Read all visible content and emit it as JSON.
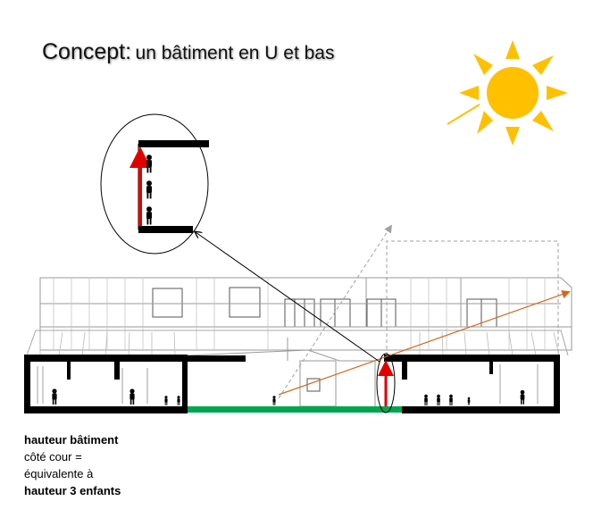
{
  "title": {
    "main": "Concept:",
    "sub": "un bâtiment en U et bas"
  },
  "caption": {
    "line1": "hauteur bâtiment",
    "line2": "côté cour =",
    "line3": "équivalente à",
    "line4": "hauteur 3 enfants"
  },
  "colors": {
    "sun": "#ffc000",
    "height_arrow": "#e00000",
    "sight_arrow": "#d06a1a",
    "sun_ray_dashed": "#a0a0a0",
    "courtyard_ground": "#00a550",
    "wall": "#000000",
    "roof_hatching": "#bdbdbd"
  },
  "icons": {
    "sun": "sun-icon",
    "child": "child-figure-icon"
  }
}
